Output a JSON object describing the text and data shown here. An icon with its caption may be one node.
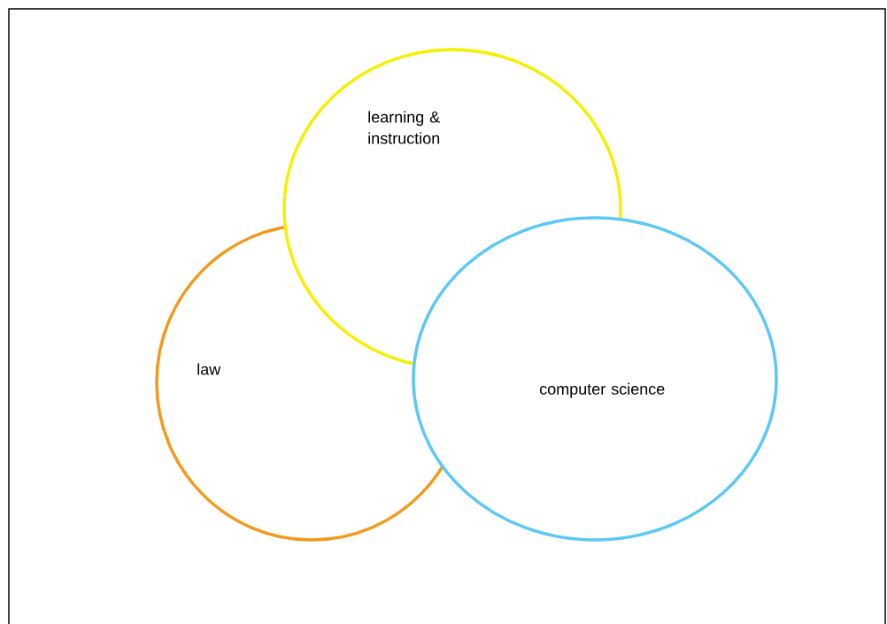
{
  "diagram": {
    "nodes": [
      {
        "text": [
          "law"
        ]
      },
      {
        "text": [
          "learning & instruction"
        ]
      },
      {
        "text": [
          "computer science"
        ]
      }
    ]
  }
}
